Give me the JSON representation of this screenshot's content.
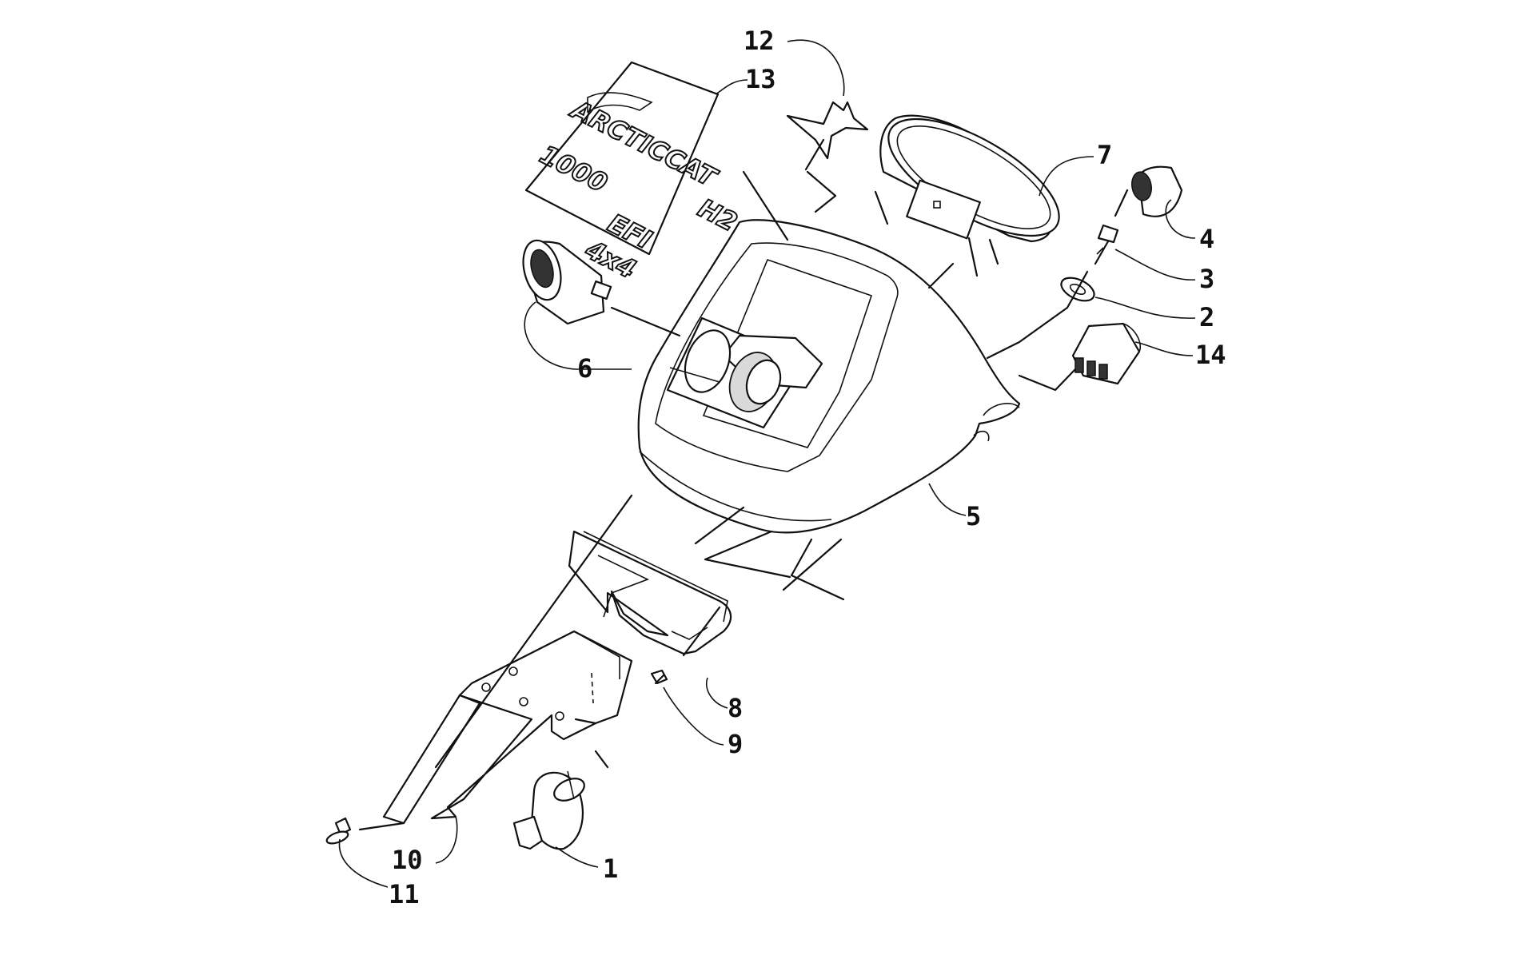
{
  "callouts": [
    {
      "id": "c1",
      "label": "1"
    },
    {
      "id": "c2",
      "label": "2"
    },
    {
      "id": "c3",
      "label": "3"
    },
    {
      "id": "c4",
      "label": "4"
    },
    {
      "id": "c5",
      "label": "5"
    },
    {
      "id": "c6",
      "label": "6"
    },
    {
      "id": "c7",
      "label": "7"
    },
    {
      "id": "c8",
      "label": "8"
    },
    {
      "id": "c9",
      "label": "9"
    },
    {
      "id": "c10",
      "label": "10"
    },
    {
      "id": "c11",
      "label": "11"
    },
    {
      "id": "c12",
      "label": "12"
    },
    {
      "id": "c13",
      "label": "13"
    },
    {
      "id": "c14",
      "label": "14"
    }
  ],
  "decal": {
    "brand": "ARCTICCAT",
    "model": "1000",
    "suffix": "H2",
    "line2": "EFI",
    "line3": "4x4"
  }
}
